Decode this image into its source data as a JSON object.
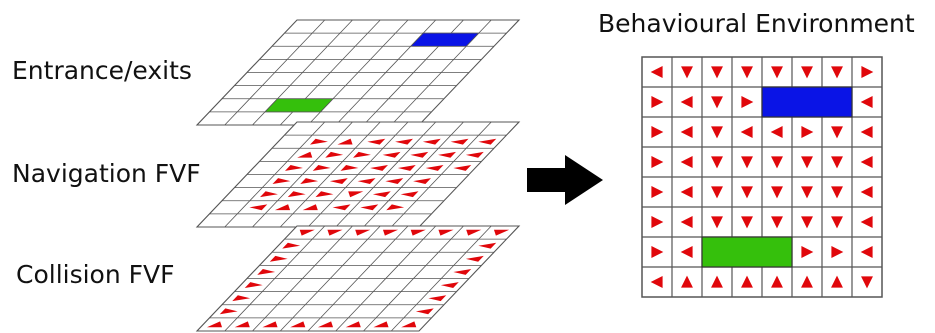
{
  "labels": {
    "entrance": "Entrance/exits",
    "navigation": "Navigation FVF",
    "collision": "Collision FVF",
    "behavioural": "Behavioural Environment"
  },
  "colors": {
    "grid": "#555555",
    "arrow": "#e0070b",
    "exit_top": "#0a14e6",
    "exit_bottom": "#35c00c",
    "big_arrow": "#000000"
  },
  "grid": {
    "rows": 8,
    "cols": 8
  },
  "entrance_layer": {
    "exits": [
      {
        "color": "exit_top",
        "row": 1,
        "col_start": 5,
        "col_span": 2
      },
      {
        "color": "exit_bottom",
        "row": 6,
        "col_start": 2,
        "col_span": 2
      }
    ]
  },
  "navigation_layer": {
    "arrows": [
      "........",
      ".RULLLLL",
      ".URRLLLL",
      ".RRRLLLL",
      ".RRLLLL.",
      ".RRRDLL.",
      ".LUULLR.",
      "........"
    ]
  },
  "collision_layer": {
    "arrows": [
      "DDDDDDDD",
      "R......L",
      "R......L",
      "R......L",
      "R......L",
      "R......L",
      "R......L",
      "UUUUUUUU"
    ]
  },
  "behavioural_environment": {
    "arrows": [
      "LDDDDDDR",
      "RLDR..RL",
      "RLDLLRDL",
      "RLDDDDDL",
      "RLDDDDDL",
      "RLDDDDDL",
      "RL..RRRL",
      "LUUUUUUD"
    ],
    "exits": [
      {
        "color": "exit_top",
        "row": 1,
        "col_start": 4,
        "col_span": 3
      },
      {
        "color": "exit_bottom",
        "row": 6,
        "col_start": 2,
        "col_span": 3
      }
    ]
  }
}
